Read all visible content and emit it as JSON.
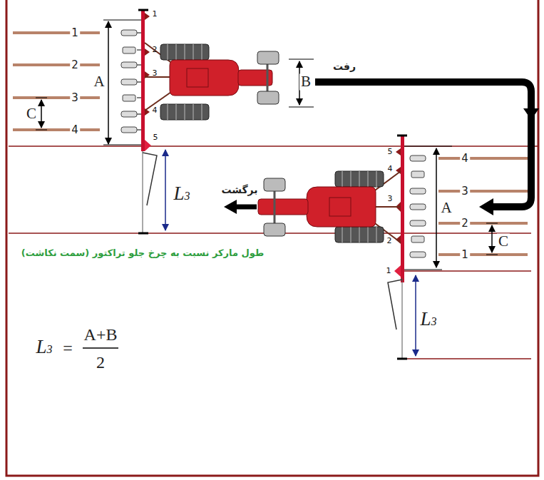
{
  "diagram": {
    "labels": [
      "1",
      "2",
      "3",
      "4",
      "A",
      "C",
      "1",
      "2",
      "3",
      "4",
      "5",
      "B",
      "رفت",
      "L3",
      "5",
      "4",
      "3",
      "2",
      "1",
      "برگشت",
      "4",
      "3",
      "2",
      "1",
      "A",
      "C",
      "L3",
      "طول مارکر نسبت به چرخ جلو تراکتور (سمت نکاشت)",
      "L3",
      "=",
      "A+B",
      "2"
    ]
  }
}
